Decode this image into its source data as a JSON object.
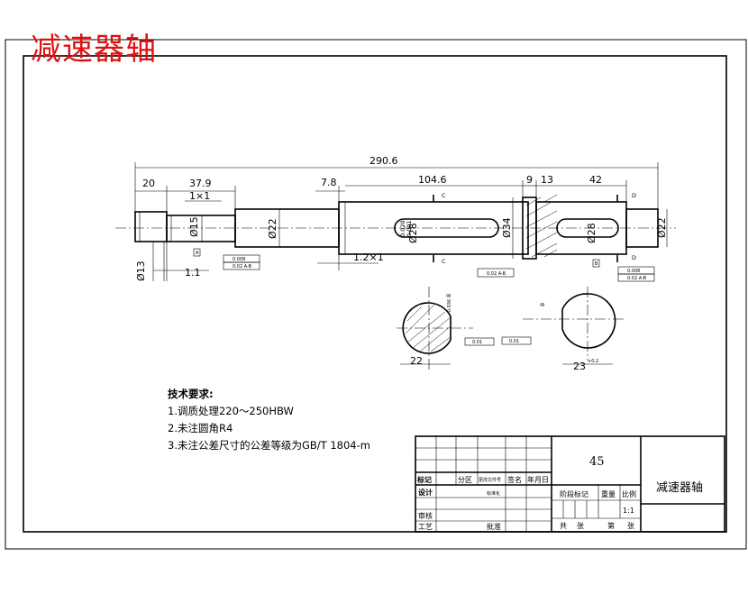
{
  "overlay_title": "减速器轴",
  "dimensions": {
    "overall": "290.6",
    "seg_20": "20",
    "seg_37_9": "37.9",
    "chamfer_1x1": "1×1",
    "seg_7_8": "7.8",
    "seg_104_6": "104.6",
    "seg_9": "9",
    "seg_13": "13",
    "seg_42": "42",
    "chamfer_1_2x1": "1.2×1",
    "dia_13": "Ø13",
    "dia_15": "Ø15",
    "dia_22_left": "Ø22",
    "dia_28_mid": "Ø28",
    "dia_34": "Ø34",
    "dia_28_right": "Ø28",
    "dia_22_right": "Ø22",
    "groove_1_1": "1.1",
    "tol_mid_upper": "0.020",
    "tol_mid_lower": "0.001",
    "sec_c_width": "8",
    "sec_c_width_tol": "-0.036",
    "sec_c_depth": "22",
    "sec_d_depth": "23",
    "sec_d_depth_tol": "+0.2"
  },
  "section_labels": {
    "c_top": "C",
    "c_bottom": "C",
    "d_top": "D",
    "d_bottom": "D",
    "datum_a": "A",
    "datum_b": "B"
  },
  "tolerance_frames": {
    "runout_left_1": "0.008",
    "runout_left_2": "0.02 A-B",
    "runout_mid": "0.02 A-B",
    "runout_right_1": "0.008",
    "runout_right_2": "0.02 A-B",
    "sym_c": "0.01",
    "sym_d": "0.01"
  },
  "tech_requirements": {
    "title": "技术要求:",
    "items": [
      "1.调质处理220～250HBW",
      "2.未注圆角R4",
      "3.未注公差尺寸的公差等级为GB/T 1804-m"
    ]
  },
  "title_block": {
    "material": "45",
    "part_name": "减速器轴",
    "mark": "标记",
    "zone": "分区",
    "change_doc": "更改文件号",
    "signature": "签名",
    "date": "年月日",
    "design": "设计",
    "standardize": "标准化",
    "stage_mark": "阶段标记",
    "weight": "重量",
    "scale": "比例",
    "scale_value": "1:1",
    "review": "审核",
    "process": "工艺",
    "approve": "批准",
    "total": "共",
    "sheet": "张",
    "sheet_no": "第",
    "sheet_unit": "张"
  }
}
